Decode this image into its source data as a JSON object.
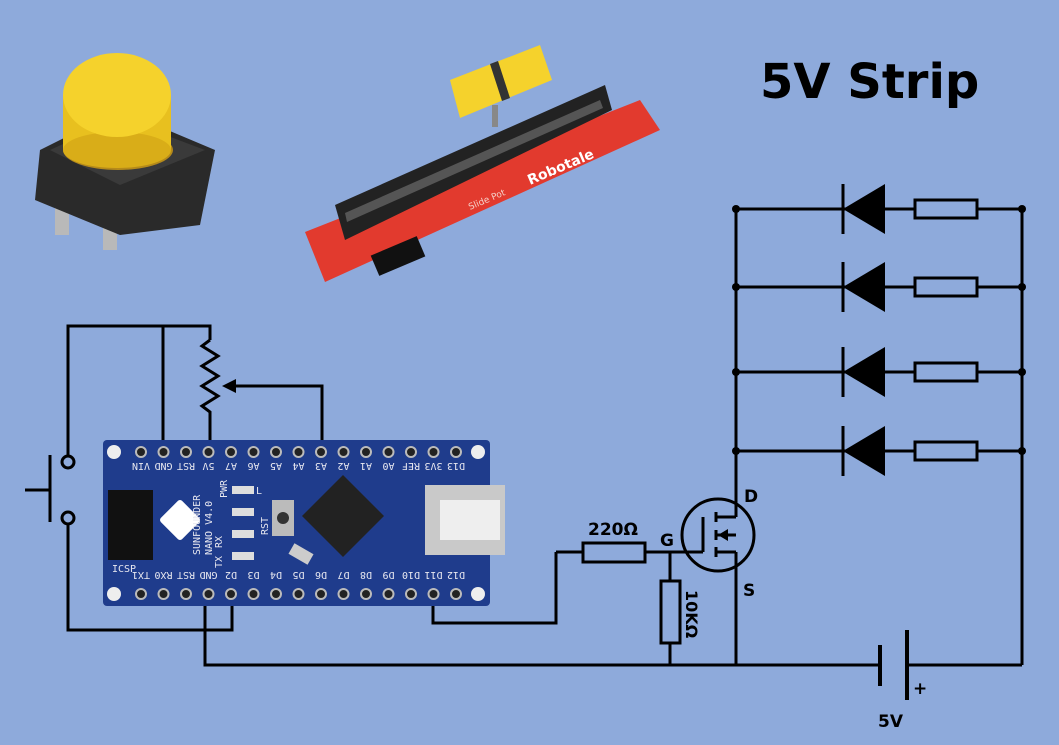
{
  "title": "5V Strip",
  "labels": {
    "gate_resistor": "220Ω",
    "pulldown_resistor": "10KΩ",
    "gate": "G",
    "drain": "D",
    "source": "S",
    "battery_plus": "+",
    "battery_voltage": "5V"
  },
  "arduino": {
    "brand": "SUNFOUNDER",
    "model": "NANO V4.0",
    "icsp": "ICSP",
    "rst_button": "RST",
    "leds": [
      "L",
      "PWR",
      "RX",
      "TX"
    ],
    "top_pins": [
      "VIN",
      "GND",
      "RST",
      "5V",
      "A7",
      "A6",
      "A5",
      "A4",
      "A3",
      "A2",
      "A1",
      "A0",
      "REF",
      "3V3",
      "D13"
    ],
    "bottom_pins": [
      "TX1",
      "RX0",
      "RST",
      "GND",
      "D2",
      "D3",
      "D4",
      "D5",
      "D6",
      "D7",
      "D8",
      "D9",
      "D10",
      "D11",
      "D12"
    ]
  },
  "slide_pot": {
    "label": "Slide Pot",
    "brand": "Robotale"
  },
  "colors": {
    "background": "#8eaadb",
    "board": "#1f3c8c",
    "button_cap": "#f2cf2a",
    "slide_pot_pcb": "#e23a2e"
  }
}
